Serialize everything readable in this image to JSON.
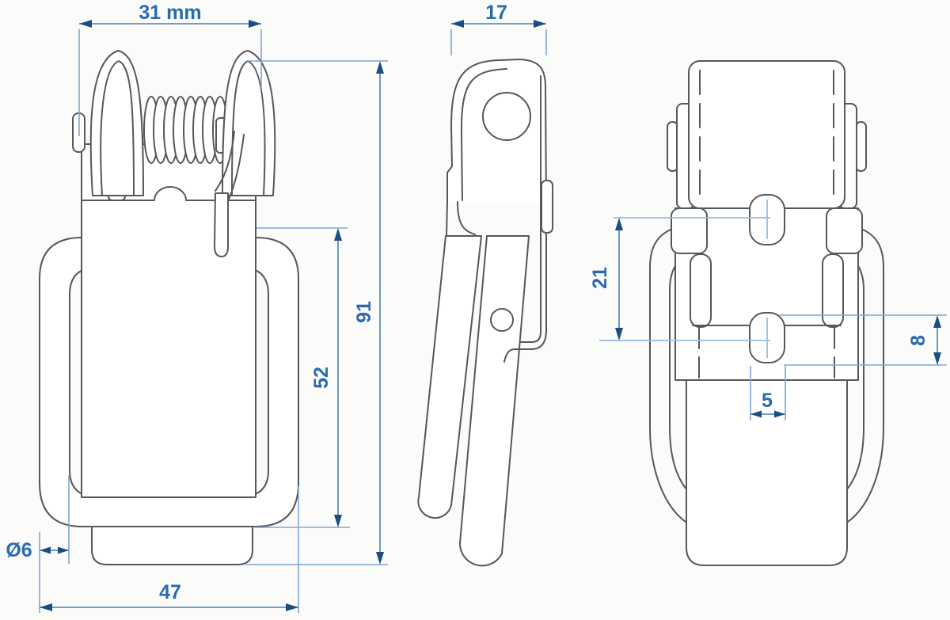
{
  "drawing": {
    "type": "technical-drawing",
    "views": {
      "front_view": {
        "top_width_label": "31 mm",
        "overall_height_label": "91",
        "hook_height_label": "52",
        "wire_diameter_label": "Ø6",
        "bail_width_label": "47"
      },
      "side_view": {
        "depth_label": "17"
      },
      "back_view": {
        "slot_spacing_label": "21",
        "slot_height_label": "8",
        "slot_width_label": "5"
      }
    },
    "colors": {
      "part_outline": "#57575c",
      "extension_line": "#7fa7d2",
      "centerline": "#97bde2",
      "dimension_line": "#4a7fb5",
      "arrow": "#1b4d85",
      "dimension_text": "#2a6ab0",
      "background": "#fbfbfa"
    }
  }
}
